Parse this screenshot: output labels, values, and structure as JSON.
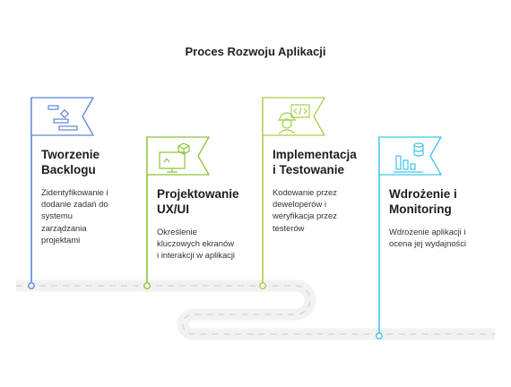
{
  "title": "Proces Rozwoju Aplikacji",
  "colors": {
    "step1": "#5b86d6",
    "step2": "#8cc43a",
    "step3": "#a9cf4a",
    "step4": "#3ec6e8",
    "road": "#f2f2f2",
    "road_dash": "#d4d4d4"
  },
  "steps": [
    {
      "heading": "Tworzenie Backlogu",
      "heading_lines": [
        "Tworzenie",
        "Backlogu"
      ],
      "description_lines": [
        "Zidentyfikowanie i",
        "dodanie zadań do",
        "systemu",
        "zarządzania",
        "projektami"
      ],
      "icon": "backlog-gantt-icon"
    },
    {
      "heading": "Projektowanie UX/UI",
      "heading_lines": [
        "Projektowanie",
        "UX/UI"
      ],
      "description_lines": [
        "Określenie",
        "kluczowych ekranów",
        "i interakcji w aplikacji"
      ],
      "icon": "monitor-cube-icon"
    },
    {
      "heading": "Implementacja i Testowanie",
      "heading_lines": [
        "Implementacja",
        "i Testowanie"
      ],
      "description_lines": [
        "Kodowanie przez",
        "deweloperów i",
        "weryfikacja przez",
        "testerów"
      ],
      "icon": "developer-code-icon"
    },
    {
      "heading": "Wdrożenie i Monitoring",
      "heading_lines": [
        "Wdrożenie i",
        "Monitoring"
      ],
      "description_lines": [
        "Wdrożenie aplikacji i",
        "ocena jej wydajności"
      ],
      "icon": "chart-database-icon"
    }
  ]
}
